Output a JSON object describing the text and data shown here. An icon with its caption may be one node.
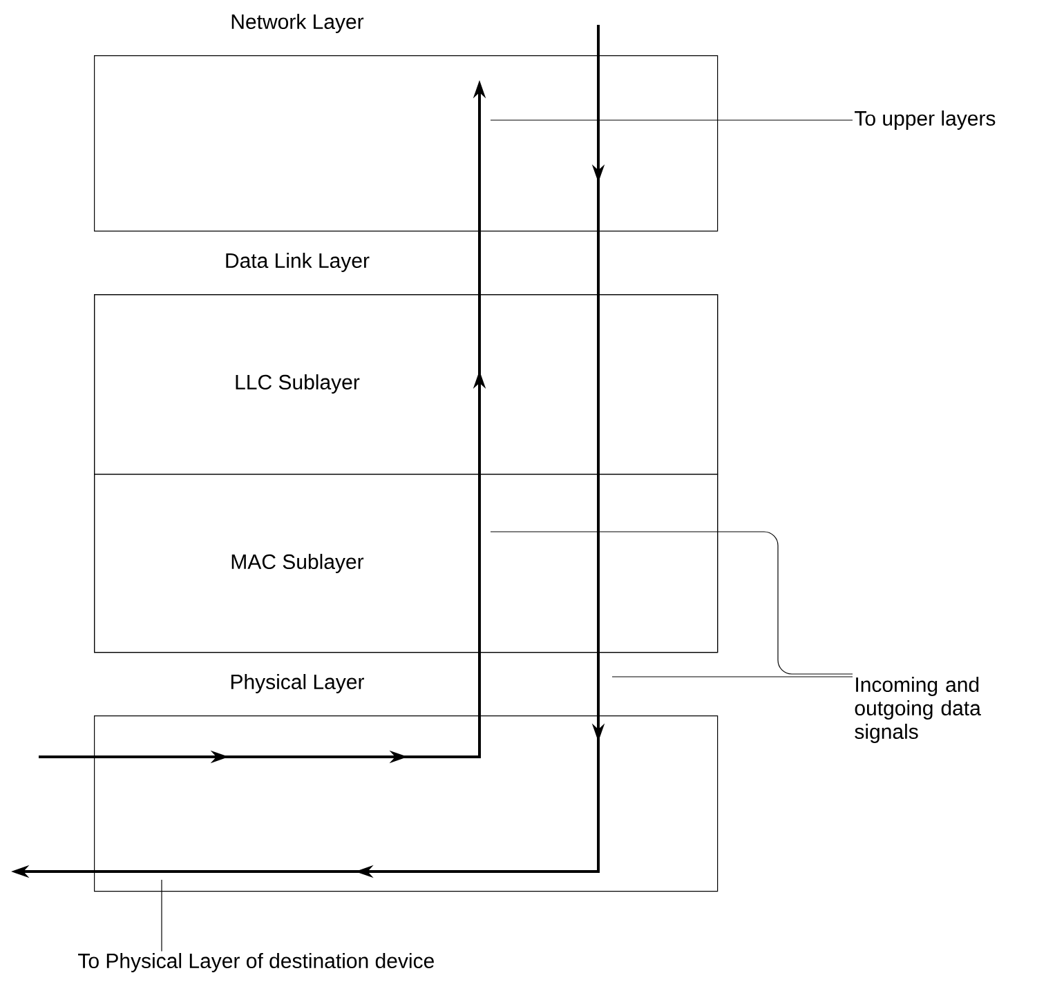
{
  "diagram": {
    "nodes": [
      {
        "text": [
          "Network Layer"
        ]
      },
      {
        "text": [
          "Data Link Layer"
        ]
      },
      {
        "text": [
          "LLC Sublayer"
        ],
        "in": 1
      },
      {
        "text": [
          "MAC Sublayer"
        ],
        "in": 1
      },
      {
        "text": [
          "Physical Layer"
        ]
      },
      {
        "text": [
          "To upper layers"
        ]
      },
      {
        "text": [
          "Incoming and outgoing data signals"
        ]
      },
      {
        "text": [
          "To Physical Layer of destination device"
        ]
      }
    ],
    "edges": [
      {
        "from": null,
        "to": 0,
        "arrow": "to"
      },
      {
        "from": 5,
        "to": 0,
        "arrow": "none"
      },
      {
        "from": 6,
        "to": 3,
        "arrow": "none"
      },
      {
        "from": 6,
        "to": null,
        "arrow": "none"
      },
      {
        "from": 7,
        "to": 4,
        "arrow": "none"
      }
    ]
  }
}
